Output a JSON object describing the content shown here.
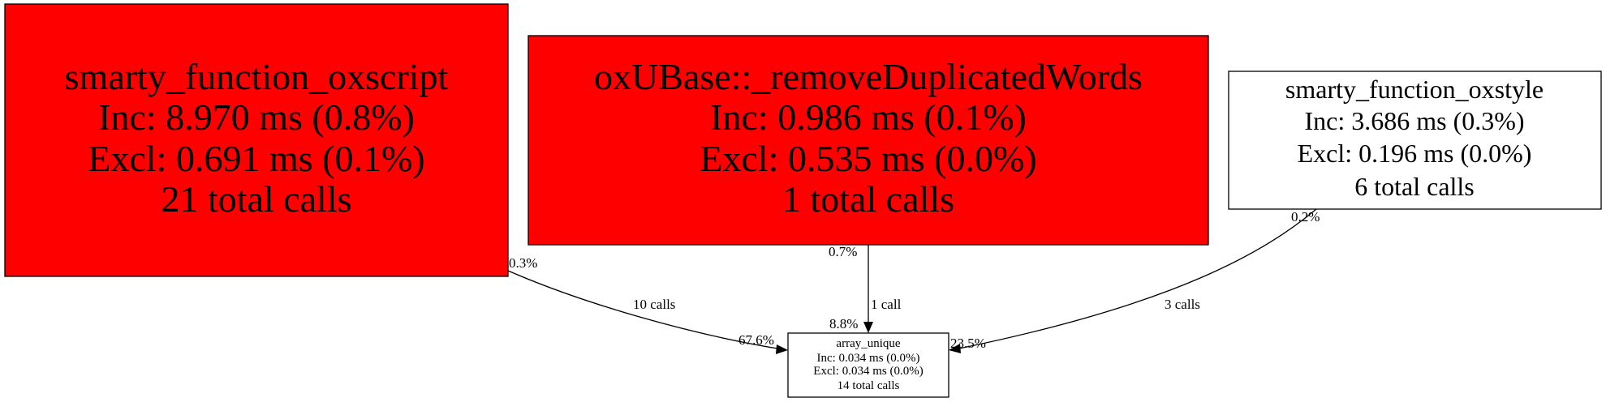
{
  "colors": {
    "hot": "#ff0000",
    "normal": "#ffffff",
    "stroke": "#000000"
  },
  "nodes": {
    "oxscript": {
      "name": "smarty_function_oxscript",
      "inc": "Inc: 8.970 ms (0.8%)",
      "excl": "Excl: 0.691 ms (0.1%)",
      "calls": "21 total calls"
    },
    "removedup": {
      "name": "oxUBase::_removeDuplicatedWords",
      "inc": "Inc: 0.986 ms (0.1%)",
      "excl": "Excl: 0.535 ms (0.0%)",
      "calls": "1 total calls"
    },
    "oxstyle": {
      "name": "smarty_function_oxstyle",
      "inc": "Inc: 3.686 ms (0.3%)",
      "excl": "Excl: 0.196 ms (0.0%)",
      "calls": "6 total calls"
    },
    "array_unique": {
      "name": "array_unique",
      "inc": "Inc: 0.034 ms (0.0%)",
      "excl": "Excl: 0.034 ms (0.0%)",
      "calls": "14 total calls"
    }
  },
  "edges": {
    "oxscript_to_unique": {
      "tail": "0.3%",
      "label": "10 calls",
      "head": "67.6%"
    },
    "removedup_to_unique": {
      "tail": "0.7%",
      "label": "1 call",
      "head": "8.8%"
    },
    "oxstyle_to_unique": {
      "tail": "0.2%",
      "label": "3 calls",
      "head": "23.5%"
    }
  }
}
